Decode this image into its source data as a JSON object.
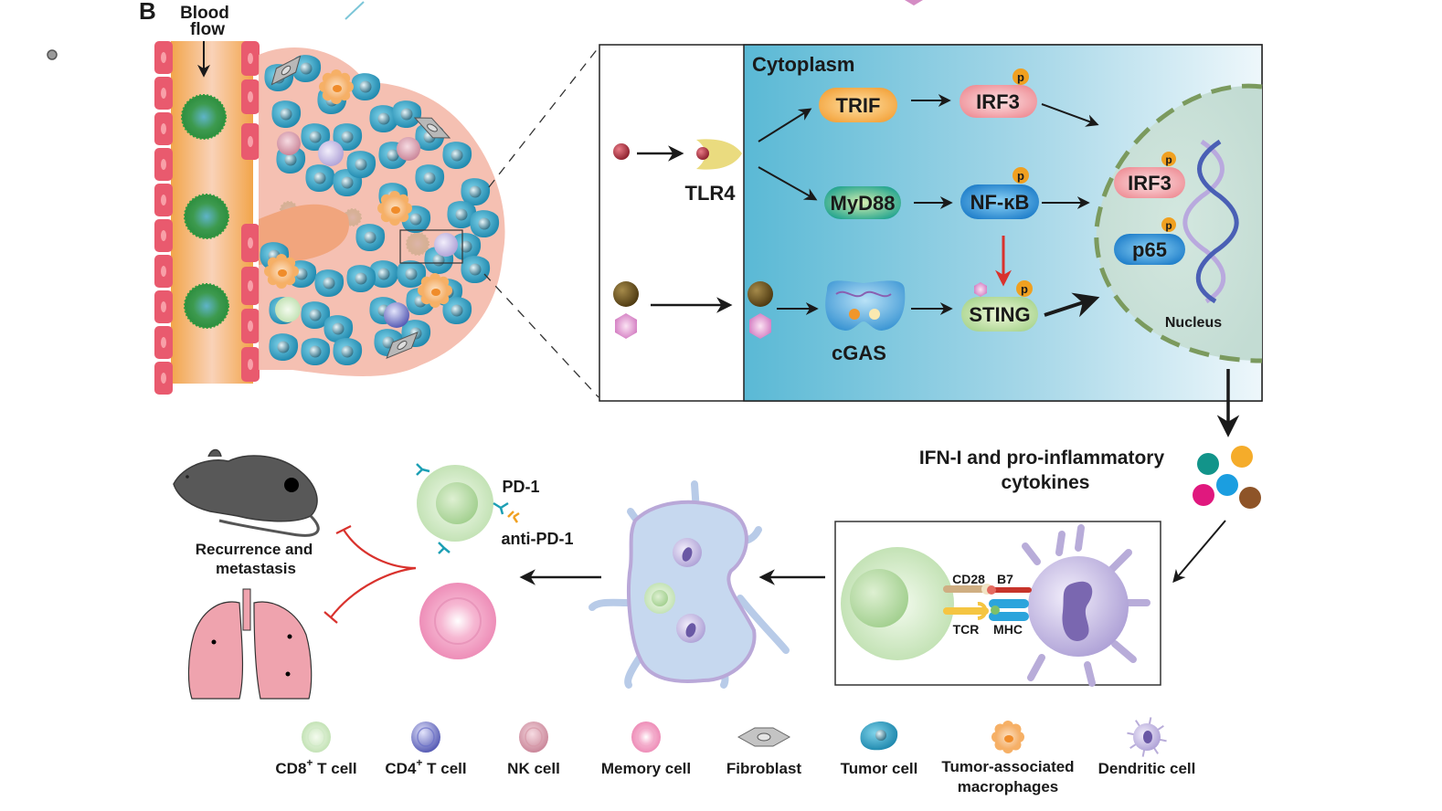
{
  "panel_label": "B",
  "blood_flow": {
    "line1": "Blood",
    "line2": "flow"
  },
  "pathway": {
    "compartment_label": "Cytoplasm",
    "receptor_label": "TLR4",
    "nodes": {
      "trif": "TRIF",
      "irf3": "IRF3",
      "myd88": "MyD88",
      "nfkb": "NF-κB",
      "cgas": "cGAS",
      "sting": "STING"
    },
    "phospho_label": "p",
    "nucleus": {
      "label": "Nucleus",
      "irf3": "IRF3",
      "p65": "p65"
    }
  },
  "cytokines": {
    "line1": "IFN-I and pro-inflammatory",
    "line2": "cytokines",
    "colors": [
      "#12948a",
      "#f5ac2a",
      "#e0187e",
      "#1b9ee0",
      "#8e5428"
    ]
  },
  "synapse": {
    "cd28": "CD28",
    "b7": "B7",
    "tcr": "TCR",
    "mhc": "MHC"
  },
  "checkpoint": {
    "pd1": "PD-1",
    "anti_pd1": "anti-PD-1"
  },
  "outcome": {
    "line1": "Recurrence and",
    "line2": "metastasis"
  },
  "legend": [
    {
      "id": "cd8",
      "label": "CD8",
      "sup": "+",
      "suffix": " T cell",
      "color": "#cfe8c4"
    },
    {
      "id": "cd4",
      "label": "CD4",
      "sup": "+",
      "suffix": " T cell",
      "color": "#6a6fc8"
    },
    {
      "id": "nk",
      "label": "NK cell",
      "sup": "",
      "suffix": "",
      "color": "#d597a7"
    },
    {
      "id": "memory",
      "label": "Memory cell",
      "sup": "",
      "suffix": "",
      "color": "#f0a6c8"
    },
    {
      "id": "fibroblast",
      "label": "Fibroblast",
      "sup": "",
      "suffix": "",
      "color": "#b0b0b0"
    },
    {
      "id": "tumor",
      "label": "Tumor cell",
      "sup": "",
      "suffix": "",
      "color": "#1f9cbf"
    },
    {
      "id": "tam",
      "label": "Tumor-associated",
      "label2": "macrophages",
      "sup": "",
      "suffix": "",
      "color": "#f6b066"
    },
    {
      "id": "dc",
      "label": "Dendritic cell",
      "sup": "",
      "suffix": "",
      "color": "#b3a6d6"
    }
  ],
  "colors": {
    "cytoplasm_start": "#5bbad6",
    "cytoplasm_end": "#e8f4f9",
    "nucleus_fill": "#cfe3dc",
    "nucleus_border": "#7b9a5e",
    "phospho": "#f0a020",
    "inhibit": "#d9322d"
  }
}
